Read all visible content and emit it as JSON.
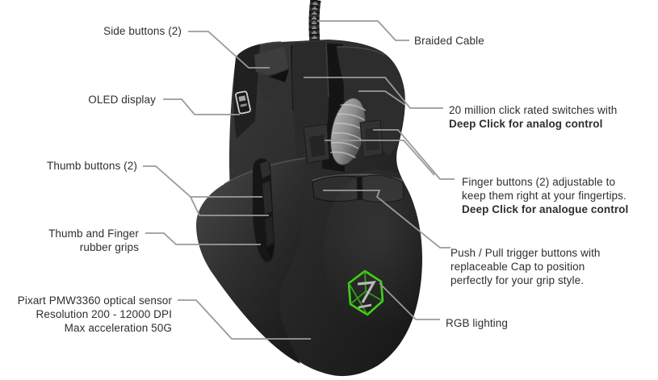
{
  "figure": {
    "kind": "product-callout-diagram",
    "subject": "gaming-mouse-top-view"
  },
  "colors": {
    "background": "#ffffff",
    "text": "#2e2e2e",
    "leader_line": "#9a9a9a",
    "accent_green": "#3ed216",
    "mouse_body_dark": "#262626",
    "scroll_wheel_gray": "#9e9e9e",
    "oled_outline": "#d0d0d0",
    "logo_glyph_gray": "#b8b8b8"
  },
  "icons": {
    "oled_display": "oled-display-icon",
    "rgb_logo": "wireframe-cube-z-logo-icon",
    "scroll_wheel": "scroll-wheel",
    "braided_cable": "braided-cable"
  },
  "callouts": {
    "left": [
      {
        "id": "side-buttons",
        "lines": [
          "Side buttons (2)"
        ]
      },
      {
        "id": "oled-display",
        "lines": [
          "OLED display"
        ]
      },
      {
        "id": "thumb-buttons",
        "lines": [
          "Thumb buttons (2)"
        ]
      },
      {
        "id": "rubber-grips",
        "lines": [
          "Thumb and Finger",
          "rubber grips"
        ]
      },
      {
        "id": "optical-sensor",
        "lines": [
          "Pixart PMW3360 optical sensor",
          "Resolution 200 - 12000 DPI",
          "Max acceleration 50G"
        ]
      }
    ],
    "right": [
      {
        "id": "braided-cable",
        "lines": [
          "Braided Cable"
        ]
      },
      {
        "id": "switches",
        "lines": [
          "20 million click rated switches with",
          "Deep Click for analog control"
        ],
        "bold_lines": [
          1
        ]
      },
      {
        "id": "finger-buttons",
        "lines": [
          "Finger buttons (2) adjustable to",
          "keep them right at your fingertips.",
          "Deep Click for analogue control"
        ],
        "bold_lines": [
          2
        ]
      },
      {
        "id": "push-pull-trigger",
        "lines": [
          "Push / Pull trigger buttons with",
          "replaceable Cap to position",
          "perfectly for your grip style."
        ]
      },
      {
        "id": "rgb-lighting",
        "lines": [
          "RGB lighting"
        ]
      }
    ]
  }
}
